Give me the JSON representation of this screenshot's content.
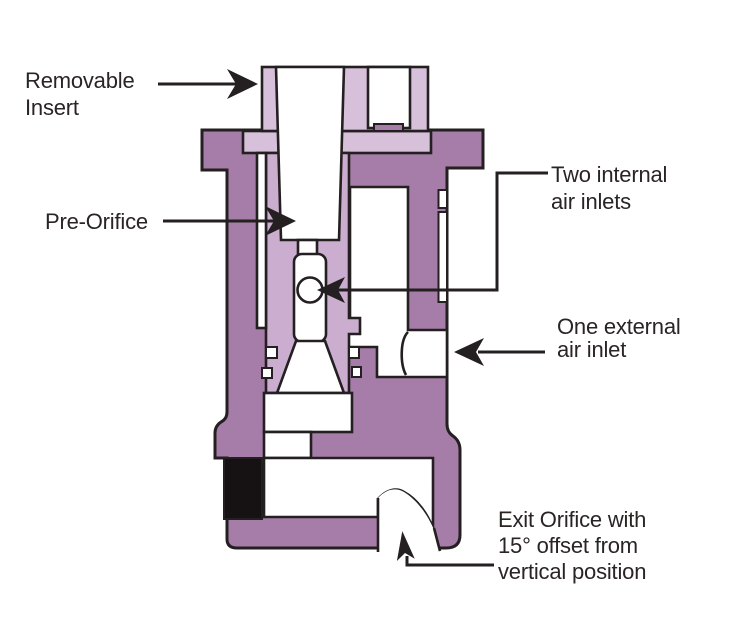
{
  "colors": {
    "body": "#A67CA8",
    "insert_light": "#D7C1DA",
    "insert_deep": "#CBADD0",
    "cavity": "#FFFFFF",
    "outline": "#241F21",
    "seal": "#161113",
    "text": "#2A2425"
  },
  "labels": {
    "removable_insert": {
      "line1": "Removable",
      "line2": "Insert"
    },
    "pre_orifice": {
      "line1": "Pre-Orifice"
    },
    "internal_air": {
      "line1": "Two internal",
      "line2": "air inlets"
    },
    "external_air": {
      "line1": "One external",
      "line2": "air inlet"
    },
    "exit_orifice": {
      "line1": "Exit Orifice with",
      "line2": "15° offset from",
      "line3": "vertical position"
    }
  }
}
